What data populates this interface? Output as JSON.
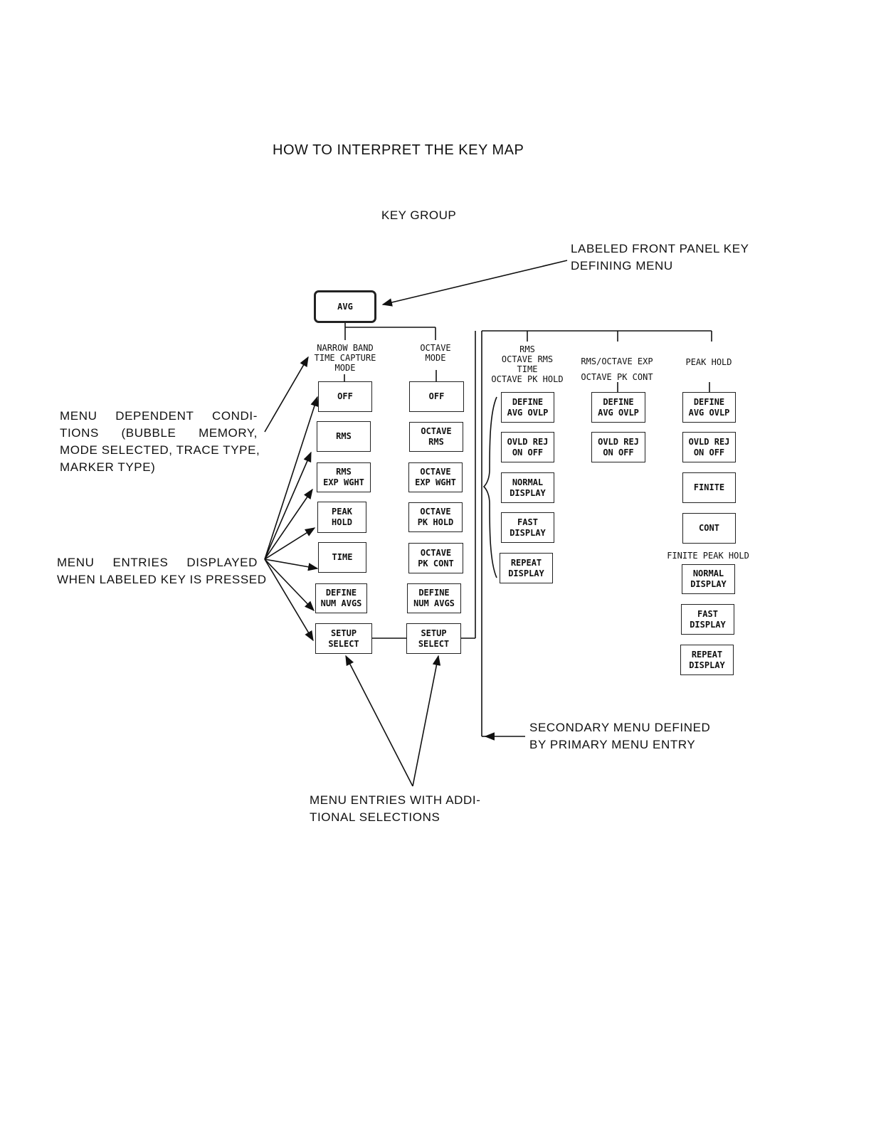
{
  "title": "HOW TO INTERPRET THE  KEY MAP",
  "key_group_label": "KEY GROUP",
  "callouts": {
    "front_panel": [
      "LABELED  FRONT  PANEL  KEY",
      "DEFINING MENU"
    ],
    "menu_dependent": [
      "MENU  DEPENDENT  CONDI-",
      "TIONS  (BUBBLE  MEMORY,",
      "MODE SELECTED, TRACE TYPE,",
      "MARKER TYPE)"
    ],
    "menu_entries": [
      "MENU  ENTRIES  DISPLAYED",
      "WHEN LABELED KEY IS PRESSED"
    ],
    "secondary": [
      "SECONDARY  MENU  DEFINED",
      "BY PRIMARY MENU ENTRY"
    ],
    "additional": [
      "MENU  ENTRIES  WITH  ADDI-",
      "TIONAL SELECTIONS"
    ]
  },
  "front_panel_key": "AVG",
  "narrow_band": {
    "header": [
      "NARROW BAND",
      "TIME CAPTURE",
      "MODE"
    ],
    "keys": [
      [
        "OFF"
      ],
      [
        "RMS"
      ],
      [
        "RMS",
        "EXP WGHT"
      ],
      [
        "PEAK",
        "HOLD"
      ],
      [
        "TIME"
      ],
      [
        "DEFINE",
        "NUM AVGS"
      ],
      [
        "SETUP",
        "SELECT"
      ]
    ]
  },
  "octave": {
    "header": [
      "OCTAVE",
      "MODE"
    ],
    "keys": [
      [
        "OFF"
      ],
      [
        "OCTAVE",
        "RMS"
      ],
      [
        "OCTAVE",
        "EXP WGHT"
      ],
      [
        "OCTAVE",
        "PK HOLD"
      ],
      [
        "OCTAVE",
        "PK CONT"
      ],
      [
        "DEFINE",
        "NUM AVGS"
      ],
      [
        "SETUP",
        "SELECT"
      ]
    ]
  },
  "secondary_rms": {
    "header": [
      "RMS",
      "OCTAVE RMS",
      "TIME",
      "OCTAVE PK HOLD"
    ],
    "keys": [
      [
        "DEFINE",
        "AVG OVLP"
      ],
      [
        "OVLD REJ",
        "ON   OFF"
      ],
      [
        "NORMAL",
        "DISPLAY"
      ],
      [
        "FAST",
        "DISPLAY"
      ],
      [
        "REPEAT",
        "DISPLAY"
      ]
    ]
  },
  "secondary_exp": {
    "header": [
      "RMS/OCTAVE EXP",
      "OCTAVE PK CONT"
    ],
    "keys": [
      [
        "DEFINE",
        "AVG OVLP"
      ],
      [
        "OVLD REJ",
        "ON   OFF"
      ]
    ]
  },
  "secondary_peak": {
    "header": [
      "PEAK HOLD"
    ],
    "keys": [
      [
        "DEFINE",
        "AVG OVLP"
      ],
      [
        "OVLD REJ",
        "ON   OFF"
      ],
      [
        "FINITE"
      ],
      [
        "CONT"
      ]
    ],
    "sub_header": "FINITE PEAK HOLD",
    "sub_keys": [
      [
        "NORMAL",
        "DISPLAY"
      ],
      [
        "FAST",
        "DISPLAY"
      ],
      [
        "REPEAT",
        "DISPLAY"
      ]
    ]
  }
}
